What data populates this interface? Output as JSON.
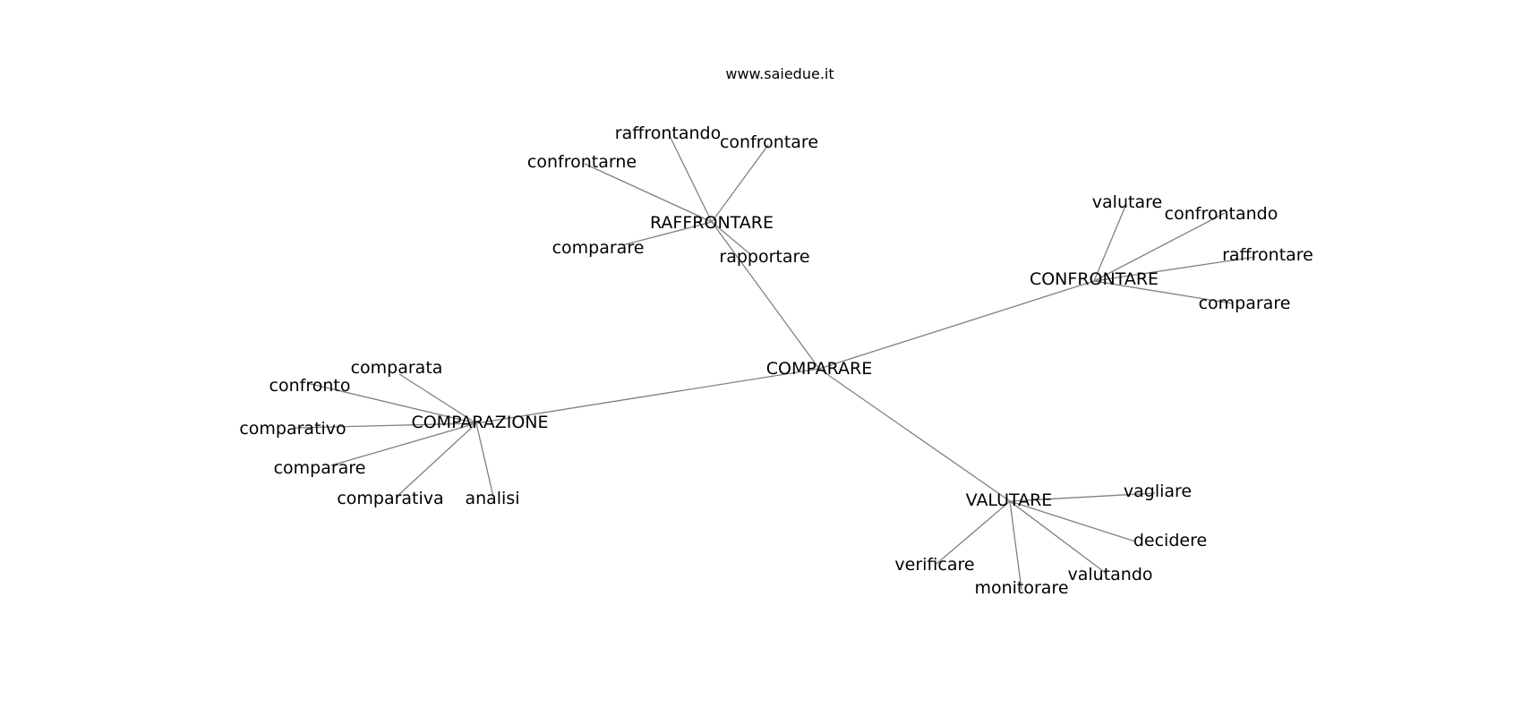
{
  "source": "www.saiedue.it",
  "graph": {
    "root": "COMPARARE",
    "branches": [
      {
        "label": "RAFFRONTARE",
        "children": [
          "raffrontando",
          "confrontare",
          "confrontarne",
          "comparare",
          "rapportare"
        ]
      },
      {
        "label": "CONFRONTARE",
        "children": [
          "valutare",
          "confrontando",
          "raffrontare",
          "comparare"
        ]
      },
      {
        "label": "COMPARAZIONE",
        "children": [
          "comparata",
          "confronto",
          "comparativo",
          "comparare",
          "comparativa",
          "analisi"
        ]
      },
      {
        "label": "VALUTARE",
        "children": [
          "vagliare",
          "decidere",
          "valutando",
          "monitorare",
          "verificare"
        ]
      }
    ]
  }
}
